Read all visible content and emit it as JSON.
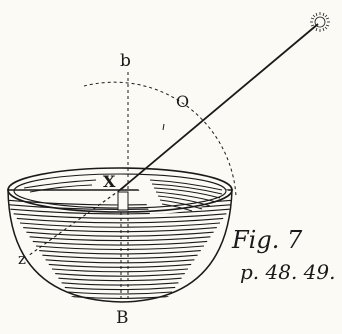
{
  "figure": {
    "labels": {
      "b": "b",
      "O": "O",
      "X": "X",
      "z": "z",
      "B": "B"
    },
    "caption": "Fig. 7",
    "page_ref": "p. 48. 49.",
    "icons": [
      "sun-icon"
    ],
    "colors": {
      "ink": "#1a1a1a",
      "paper": "#fbfaf5"
    }
  }
}
